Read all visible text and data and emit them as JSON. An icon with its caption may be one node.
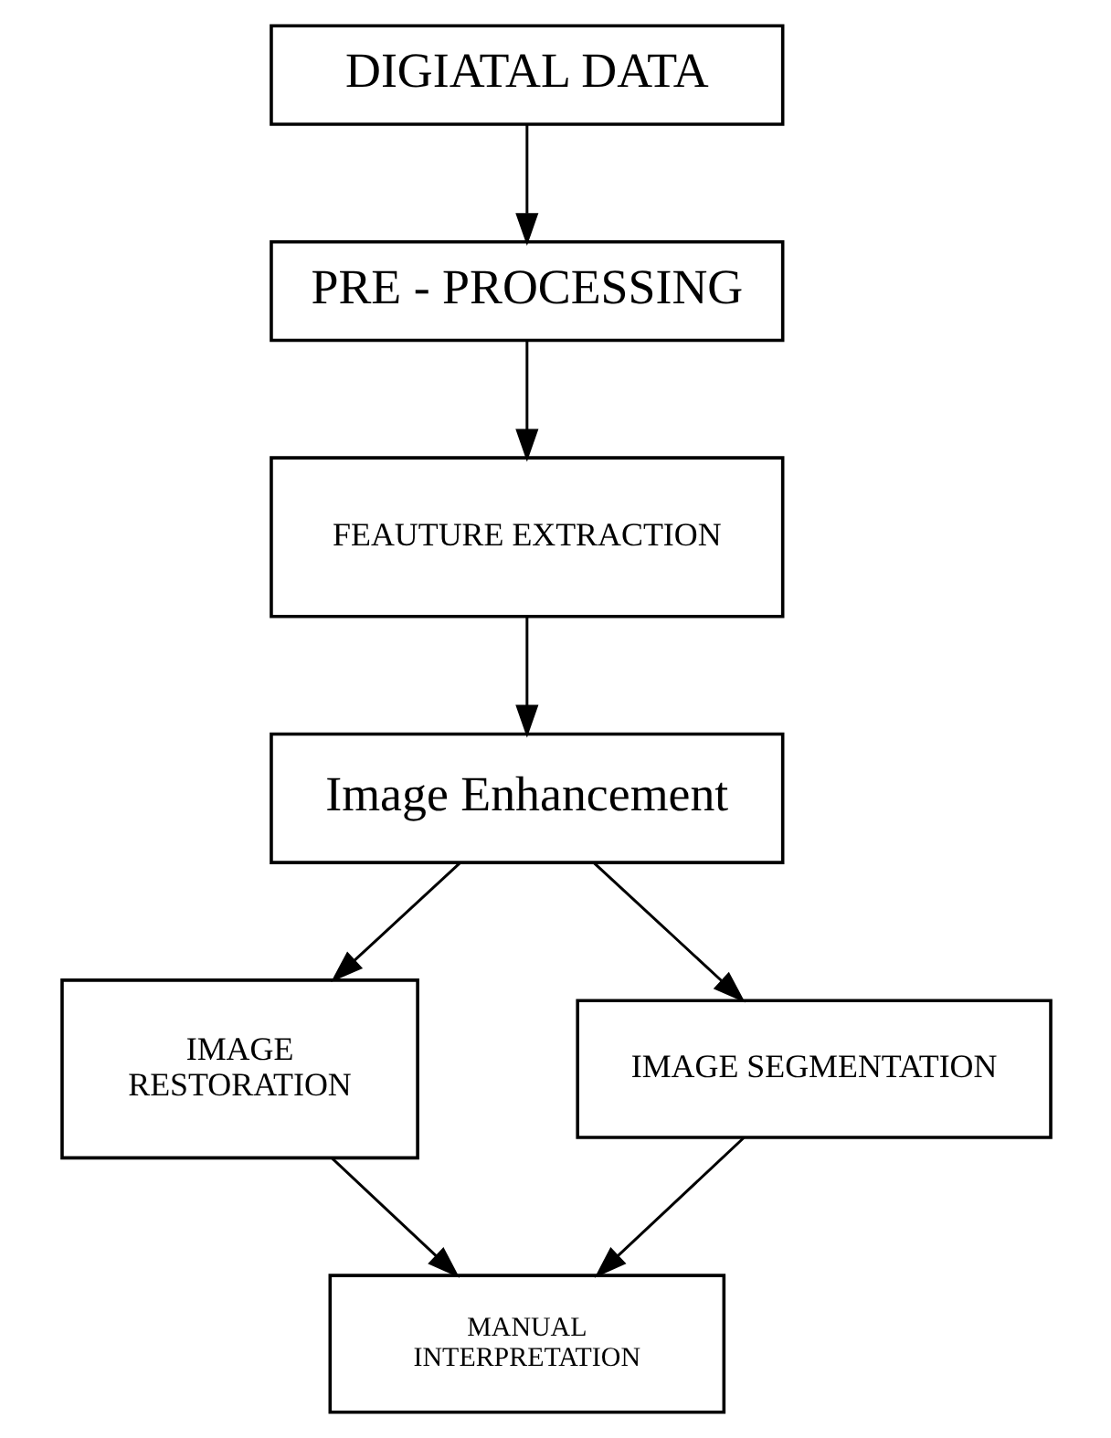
{
  "diagram": {
    "nodes": [
      {
        "text": [
          "DIGIATAL DATA"
        ]
      },
      {
        "text": [
          "PRE - PROCESSING"
        ]
      },
      {
        "text": [
          "FEAUTURE EXTRACTION"
        ]
      },
      {
        "text": [
          "Image Enhancement"
        ]
      },
      {
        "text": [
          "IMAGE RESTORATION"
        ]
      },
      {
        "text": [
          "IMAGE SEGMENTATION"
        ]
      },
      {
        "text": [
          "MANUAL INTERPRETATION"
        ]
      }
    ],
    "edges": [
      {
        "from": 0,
        "to": 1,
        "arrow": "to"
      },
      {
        "from": 1,
        "to": 2,
        "arrow": "to"
      },
      {
        "from": 2,
        "to": 3,
        "arrow": "to"
      },
      {
        "from": 3,
        "to": 4,
        "arrow": "to"
      },
      {
        "from": 3,
        "to": 5,
        "arrow": "to"
      },
      {
        "from": 4,
        "to": 6,
        "arrow": "to"
      },
      {
        "from": 5,
        "to": 6,
        "arrow": "to"
      }
    ]
  }
}
